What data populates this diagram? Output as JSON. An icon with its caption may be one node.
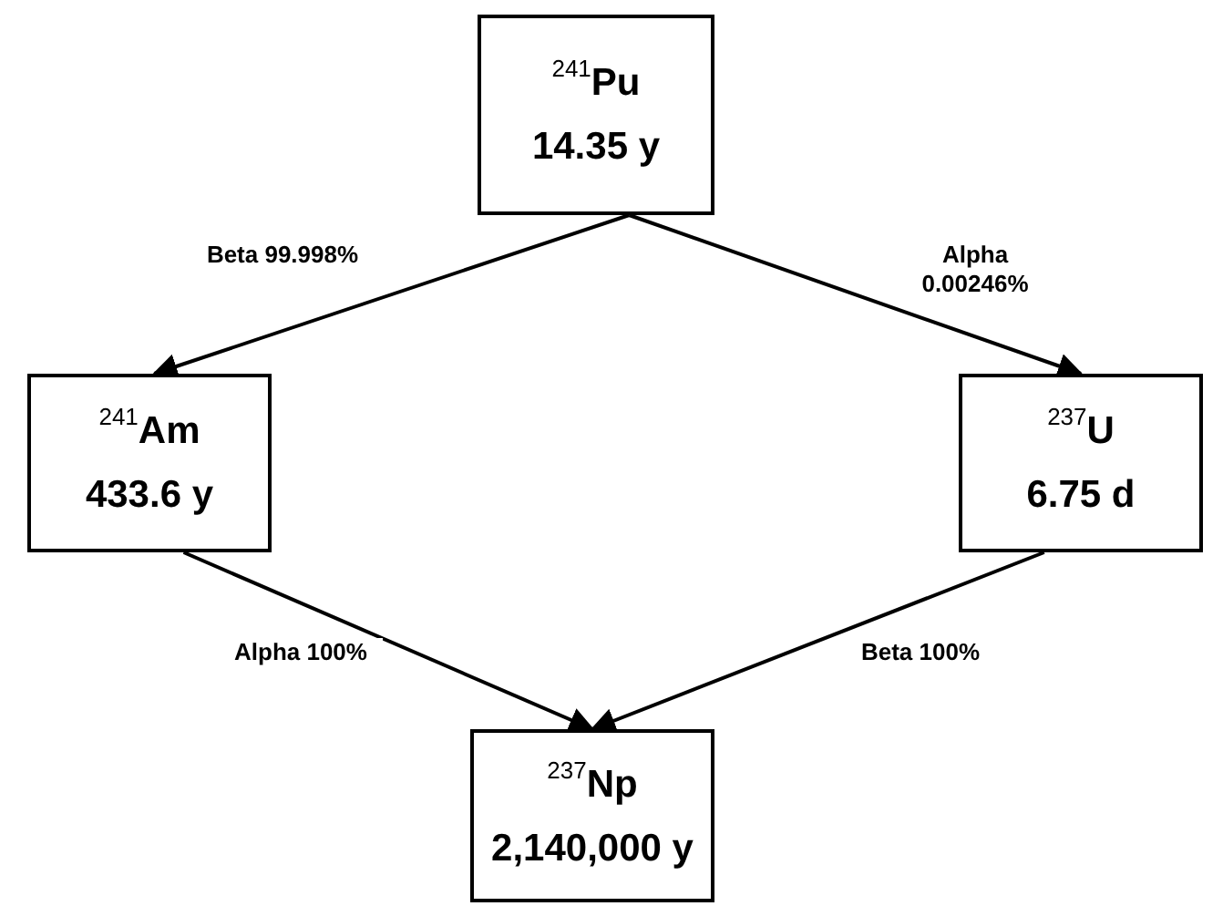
{
  "diagram": {
    "nodes": [
      {
        "text": [
          "$^{241}$Pu",
          "14.35 y"
        ]
      },
      {
        "text": [
          "$^{241}$Am",
          "433.6 y"
        ]
      },
      {
        "text": [
          "$^{237}$U",
          "6.75 d"
        ]
      },
      {
        "text": [
          "$^{237}$Np",
          "2,140,000 y"
        ]
      }
    ],
    "edges": [
      {
        "from": 0,
        "to": 1,
        "arrow": "to",
        "label": "Beta 99.998%"
      },
      {
        "from": 0,
        "to": 2,
        "arrow": "to",
        "label": "Alpha 0.00246%"
      },
      {
        "from": 1,
        "to": 3,
        "arrow": "to",
        "label": "Alpha 100%"
      },
      {
        "from": 2,
        "to": 3,
        "arrow": "to",
        "label": "Beta 100%"
      }
    ]
  }
}
